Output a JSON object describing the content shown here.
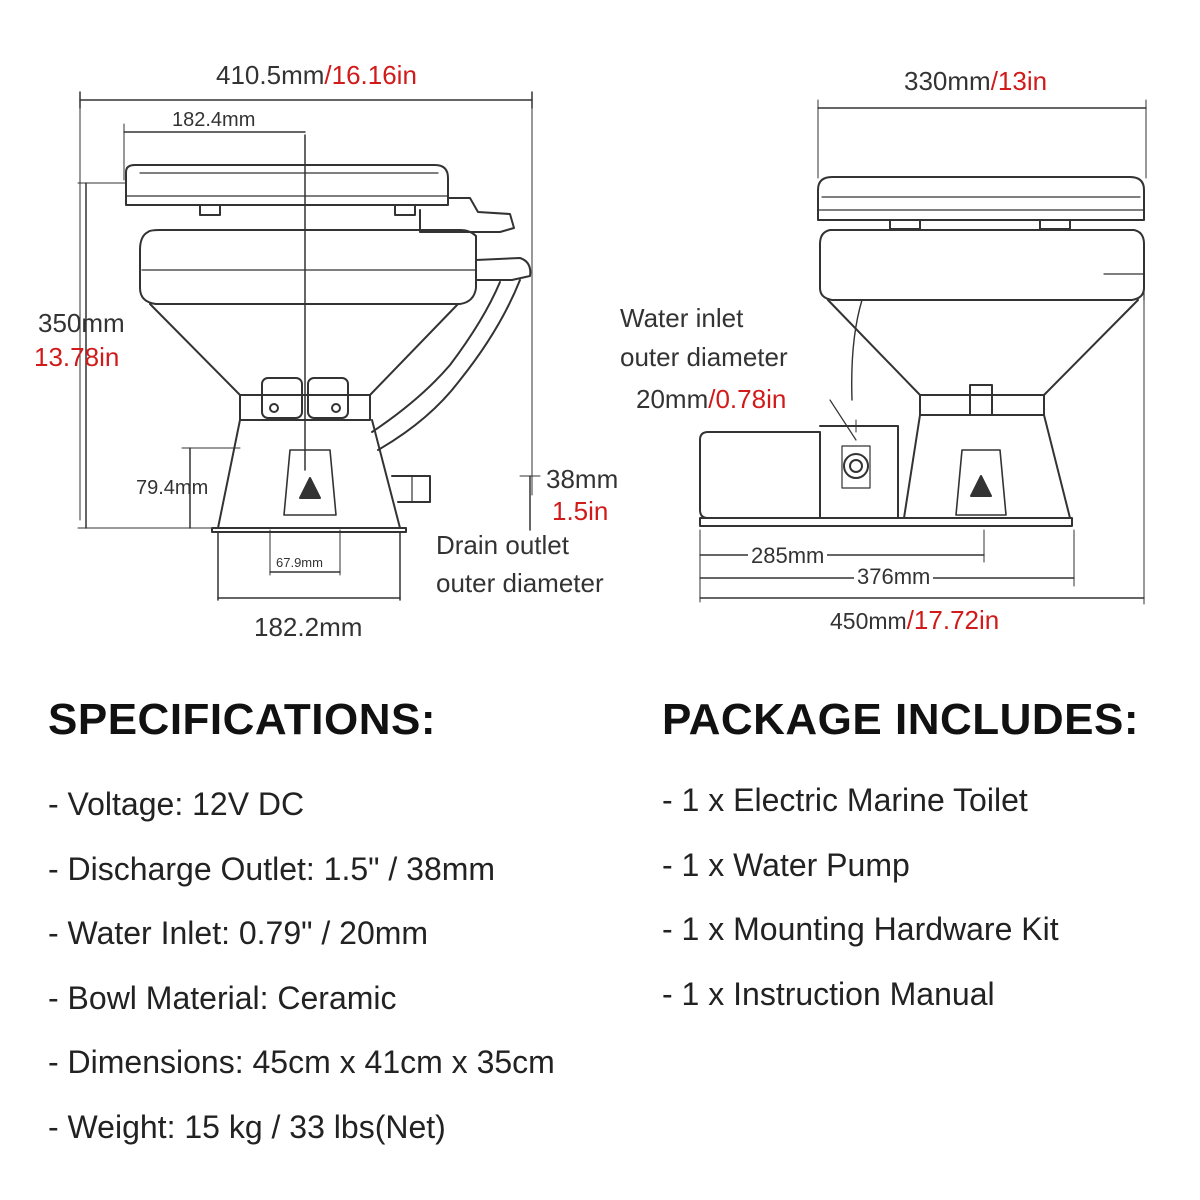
{
  "drawing": {
    "side_view": {
      "total_width_mm": "410.5mm",
      "total_width_in": "/16.16in",
      "seat_offset": "182.4mm",
      "height_mm": "350mm",
      "height_in": "13.78in",
      "base_height": "79.4mm",
      "base_inner": "67.9mm",
      "base_width": "182.2mm",
      "drain_mm": "38mm",
      "drain_in": "1.5in",
      "drain_label_1": "Drain outlet",
      "drain_label_2": "outer diameter"
    },
    "front_view": {
      "width_mm": "330mm",
      "width_in": "/13in",
      "inlet_label_1": "Water inlet",
      "inlet_label_2": "outer diameter",
      "inlet_mm": "20mm",
      "inlet_in": "/0.78in",
      "dim_285": "285mm",
      "dim_376": "376mm",
      "total_mm": "450mm",
      "total_in": "/17.72in"
    }
  },
  "specifications": {
    "title": "SPECIFICATIONS:",
    "items": [
      "- Voltage: 12V DC",
      "- Discharge Outlet: 1.5\" / 38mm",
      "- Water Inlet: 0.79\" / 20mm",
      "- Bowl Material: Ceramic",
      "- Dimensions: 45cm x 41cm x 35cm",
      "- Weight: 15 kg / 33 lbs(Net)"
    ]
  },
  "package": {
    "title": "PACKAGE INCLUDES:",
    "items": [
      "- 1 x Electric Marine Toilet",
      "- 1 x Water Pump",
      "- 1 x Mounting Hardware Kit",
      "- 1 x Instruction Manual"
    ]
  },
  "colors": {
    "accent_red": "#d11a1a",
    "line": "#333333"
  },
  "icons": [
    "toilet-side-drawing",
    "toilet-front-drawing",
    "flush-arrow-icon"
  ]
}
